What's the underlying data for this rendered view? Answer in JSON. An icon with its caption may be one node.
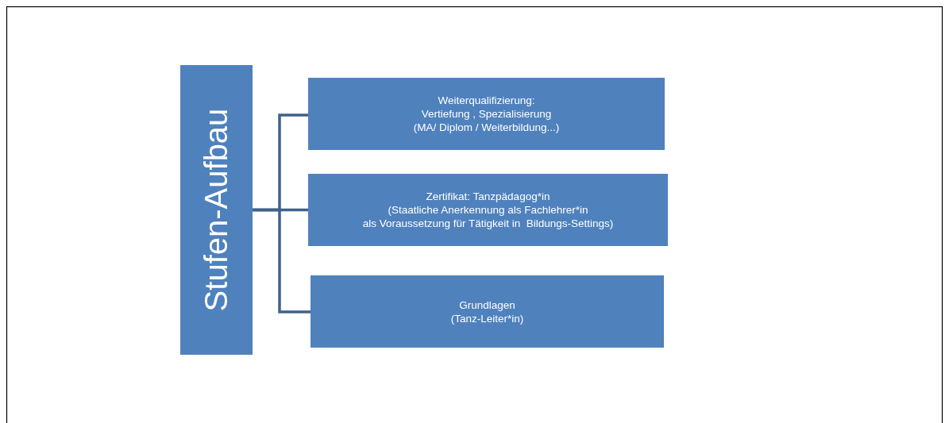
{
  "diagram": {
    "nodes": [
      {
        "text": [
          "Stufen-Aufbau"
        ]
      },
      {
        "text": [
          "Weiterqualifizierung:",
          "Vertiefung , Spezialisierung",
          "(MA/ Diplom / Weiterbildung...)"
        ]
      },
      {
        "text": [
          "Zertifikat: Tanzpädagog*in",
          "(Staatliche Anerkennung als Fachlehrer*in",
          "als Voraussetzung für Tätigkeit in  Bildungs-Settings)"
        ]
      },
      {
        "text": [
          "Grundlagen",
          "(Tanz-Leiter*in)"
        ]
      }
    ],
    "edges": [
      {
        "from": 0,
        "to": 1,
        "arrow": "none"
      },
      {
        "from": 0,
        "to": 2,
        "arrow": "none"
      },
      {
        "from": 0,
        "to": 3,
        "arrow": "none"
      }
    ]
  }
}
